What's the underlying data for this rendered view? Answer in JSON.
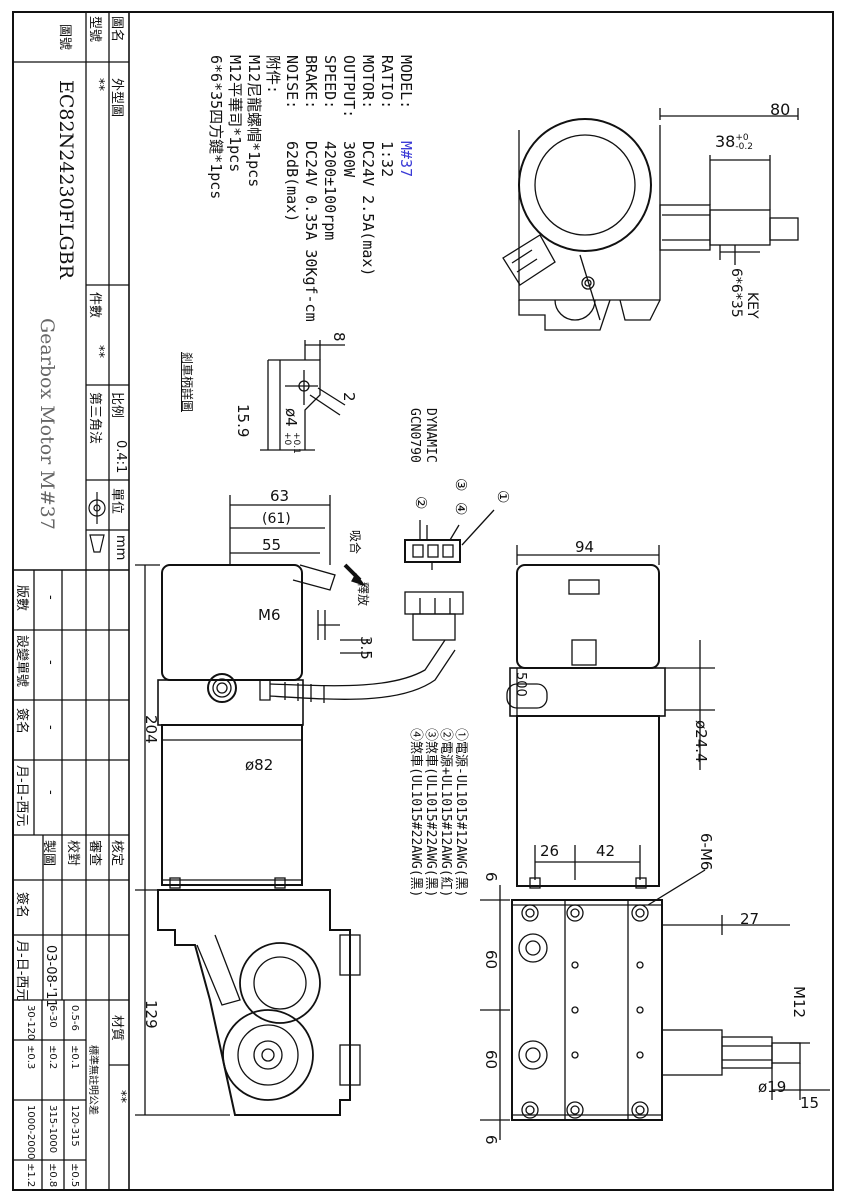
{
  "title_block": {
    "drawing_name_label": "圖名",
    "drawing_name_value": "外型圖",
    "model_label": "型號",
    "model_value": "**",
    "drawing_no_label": "圖號",
    "drawing_no_value": "EC82N24230FLGBR",
    "qty_label": "件數",
    "qty_value": "**",
    "scale_label": "比例",
    "scale_value": "0.4:1",
    "projection_label": "第三角法",
    "unit_label": "單位",
    "unit_value": "mm",
    "product_name": "Gearbox Motor M#37",
    "version_label": "版數",
    "change_no_label": "設變單號",
    "sign_label": "簽名",
    "date_label": "月-日-西元",
    "approve_label": "核定",
    "review_label": "審查",
    "check_label": "校對",
    "draw_label": "製圖",
    "sign2_label": "簽名",
    "date2_label": "月-日-西元",
    "draw_date": "03-08-'11",
    "dash": "-",
    "material_label": "材質",
    "material_value": "**",
    "tolerance_title": "標準無註明公差",
    "tolerances": [
      [
        "0.5-6",
        "±0.1",
        "120-315",
        "±0.5"
      ],
      [
        "6-30",
        "±0.2",
        "315-1000",
        "±0.8"
      ],
      [
        "30-120",
        "±0.3",
        "1000-2000",
        "±1.2"
      ]
    ]
  },
  "specs": {
    "lines": [
      {
        "label": "MODEL:",
        "value": "M#37",
        "accent": true
      },
      {
        "label": "RATIO:",
        "value": "1:32"
      },
      {
        "label": "MOTOR:",
        "value": "DC24V  2.5A(max)"
      },
      {
        "label": "OUTPUT:",
        "value": "300W"
      },
      {
        "label": "SPEED:",
        "value": "4200±100rpm"
      },
      {
        "label": "BRAKE:",
        "value": "DC24V 0.35A 30Kgf-cm"
      },
      {
        "label": "NOISE:",
        "value": "62dB(max)"
      }
    ],
    "accessory_title": "附件:",
    "accessories": [
      "M12尼龍螺帽*1pcs",
      "M12平華司*1pcs",
      "6*6*35四方鍵*1pcs"
    ]
  },
  "connector": {
    "part1": "DYNAMIC",
    "part2": "GCN0790",
    "pins": [
      "①",
      "②",
      "③",
      "④"
    ],
    "wires": [
      "①電源-UL1015#12AWG(黑)",
      "②電源+UL1015#12AWG(紅)",
      "③煞車(UL1015#22AWG(黑)",
      "④煞車(UL1015#22AWG(黑)"
    ],
    "lead_length": "500"
  },
  "brake_detail": {
    "title": "剎車柄詳圖",
    "dim_8": "8",
    "dim_2": "2",
    "dim_15_9": "15.9",
    "dim_hole": "ø4",
    "tol_hole_up": "+0.1",
    "tol_hole_dn": "+0"
  },
  "dims": {
    "d80": "80",
    "d38": "38",
    "d38_up": "+0",
    "d38_dn": "-0.2",
    "key": "6*6*35",
    "key_label": "KEY",
    "d63": "63",
    "d61": "(61)",
    "d55": "55",
    "m6": "M6",
    "d3_5": "3.5",
    "d204": "204",
    "d82": "ø82",
    "d129": "129",
    "d94": "94",
    "d24_4": "ø24.4",
    "d26": "26",
    "d42": "42",
    "m6_6": "6-M6",
    "d6a": "6",
    "d6b": "6",
    "d27": "27",
    "d60a": "60",
    "d60b": "60",
    "m12": "M12",
    "d19": "ø19",
    "d15": "15",
    "lock_label": "吸合",
    "release_label": "釋放"
  },
  "colors": {
    "line": "#111111",
    "accent": "#3b3bd6"
  }
}
